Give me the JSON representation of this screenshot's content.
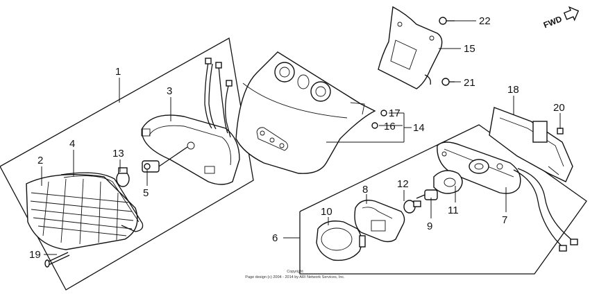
{
  "direction_label": "FWD",
  "copyright": {
    "line1": "Copyright",
    "line2": "Page design (c) 2004 - 2014 by ARI Network Services, Inc."
  },
  "callouts": {
    "c1": "1",
    "c2": "2",
    "c3": "3",
    "c4": "4",
    "c5": "5",
    "c6": "6",
    "c7": "7",
    "c8": "8",
    "c9": "9",
    "c10": "10",
    "c11": "11",
    "c12": "12",
    "c13": "13",
    "c14": "14",
    "c15": "15",
    "c16": "16",
    "c17": "17",
    "c18": "18",
    "c19": "19",
    "c20": "20",
    "c21": "21",
    "c22": "22"
  }
}
